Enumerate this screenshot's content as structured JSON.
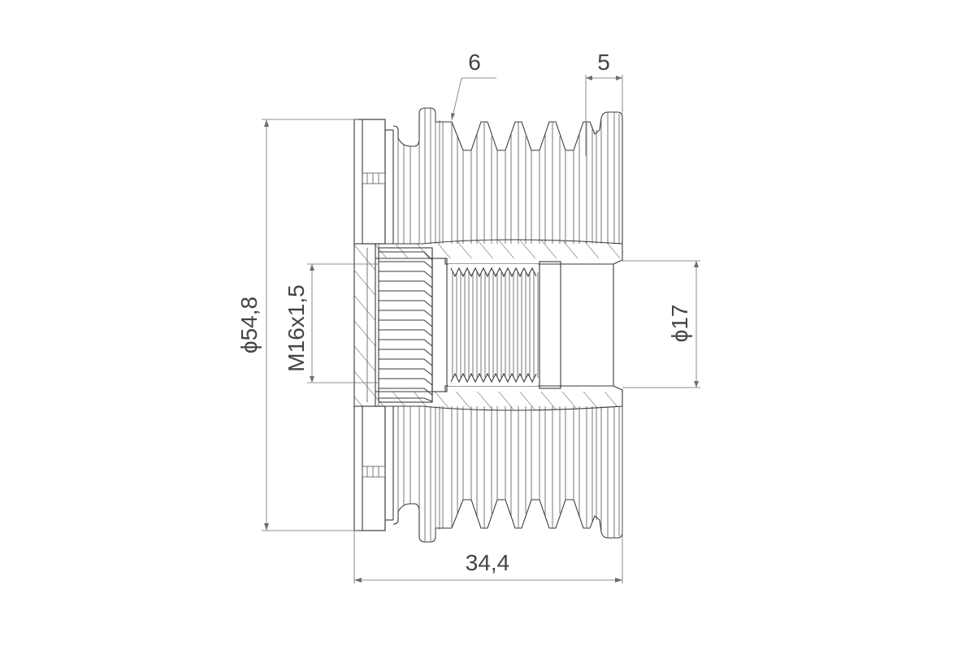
{
  "drawing": {
    "subject": "overrunning alternator pulley cross-section",
    "line_color": "#3a3a3a",
    "dimension_color": "#6e6e6e",
    "text_color": "#444444",
    "background": "#ffffff"
  },
  "dimensions": {
    "outer_diameter": {
      "label": "ϕ54,8",
      "orientation": "vertical"
    },
    "thread": {
      "label": "M16x1,5",
      "orientation": "vertical"
    },
    "bore_diameter": {
      "label": "ϕ17",
      "orientation": "vertical"
    },
    "overall_length": {
      "label": "34,4",
      "orientation": "horizontal"
    },
    "rib_count": {
      "label": "6",
      "orientation": "horizontal"
    },
    "flange_width": {
      "label": "5",
      "orientation": "horizontal"
    }
  }
}
